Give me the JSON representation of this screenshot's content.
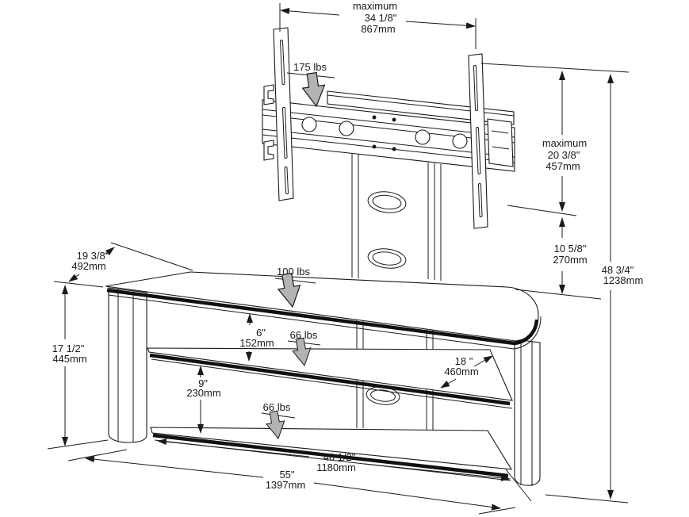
{
  "diagram": {
    "subject": "TV stand with swivel mount dimension drawing",
    "background": "#ffffff",
    "line_color": "#1a1a1a",
    "load_arrow_fill": "#b3b3b3",
    "dimensions": {
      "mount_max_width": {
        "qualifier": "maximum",
        "inches": "34 1/8\"",
        "mm": "867mm"
      },
      "mount_max_height": {
        "qualifier": "maximum",
        "inches": "20 3/8\"",
        "mm": "457mm"
      },
      "mount_to_shelf": {
        "inches": "10 5/8\"",
        "mm": "270mm"
      },
      "overall_height": {
        "inches": "48 3/4\"",
        "mm": "1238mm"
      },
      "top_shelf_depth": {
        "inches": "19 3/8\"",
        "mm": "492mm"
      },
      "cabinet_height": {
        "inches": "17 1/2\"",
        "mm": "445mm"
      },
      "top_to_middle_gap": {
        "inches": "6\"",
        "mm": "152mm"
      },
      "middle_to_bottom_gap": {
        "inches": "9\"",
        "mm": "230mm"
      },
      "middle_shelf_depth": {
        "inches": "18 \"",
        "mm": "460mm"
      },
      "shelf_width": {
        "inches": "46 1/2\"",
        "mm": "1180mm"
      },
      "overall_width": {
        "inches": "55\"",
        "mm": "1397mm"
      }
    },
    "load_ratings": {
      "mount_bracket": "175 lbs",
      "top_shelf": "100 lbs",
      "middle_shelf": "66 lbs",
      "bottom_shelf": "66 lbs"
    }
  }
}
